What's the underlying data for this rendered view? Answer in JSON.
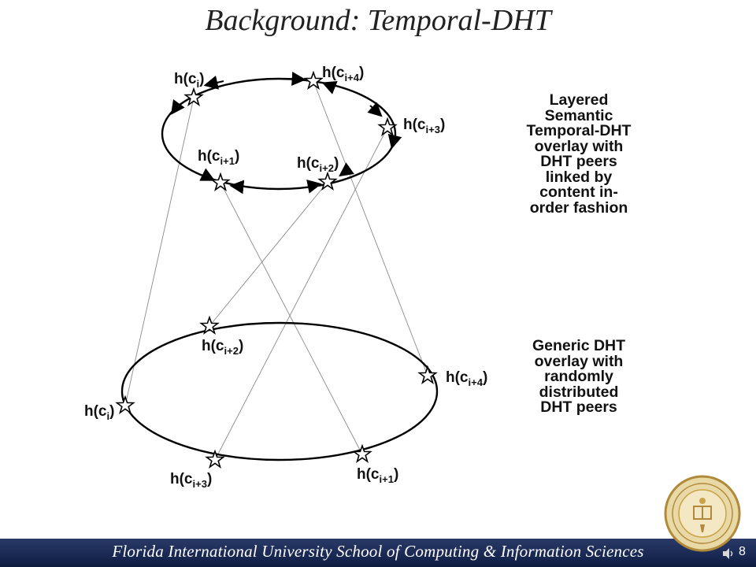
{
  "slide": {
    "title": "Background: Temporal-DHT",
    "page_number": "8",
    "footer": "Florida International University School of Computing & Information Sciences"
  },
  "descriptions": {
    "top": "Layered\nSemantic\nTemporal-DHT\noverlay with\nDHT peers\nlinked by\ncontent in-\norder fashion",
    "bottom": "Generic DHT\noverlay with\nrandomly\ndistributed\nDHT peers"
  },
  "top_ring": {
    "labels": [
      {
        "base": "h(c",
        "sub": "i",
        "close": ")"
      },
      {
        "base": "h(c",
        "sub": "i+4",
        "close": ")"
      },
      {
        "base": "h(c",
        "sub": "i+3",
        "close": ")"
      },
      {
        "base": "h(c",
        "sub": "i+1",
        "close": ")"
      },
      {
        "base": "h(c",
        "sub": "i+2",
        "close": ")"
      }
    ]
  },
  "bottom_ring": {
    "labels": [
      {
        "base": "h(c",
        "sub": "i+2",
        "close": ")"
      },
      {
        "base": "h(c",
        "sub": "i+4",
        "close": ")"
      },
      {
        "base": "h(c",
        "sub": "i",
        "close": ")"
      },
      {
        "base": "h(c",
        "sub": "i+3",
        "close": ")"
      },
      {
        "base": "h(c",
        "sub": "i+1",
        "close": ")"
      }
    ]
  },
  "icons": {
    "seal": "university-seal-icon",
    "speaker": "speaker-icon"
  },
  "colors": {
    "footer_bar": "#1a2a55",
    "seal_gold": "#c9a24a"
  }
}
